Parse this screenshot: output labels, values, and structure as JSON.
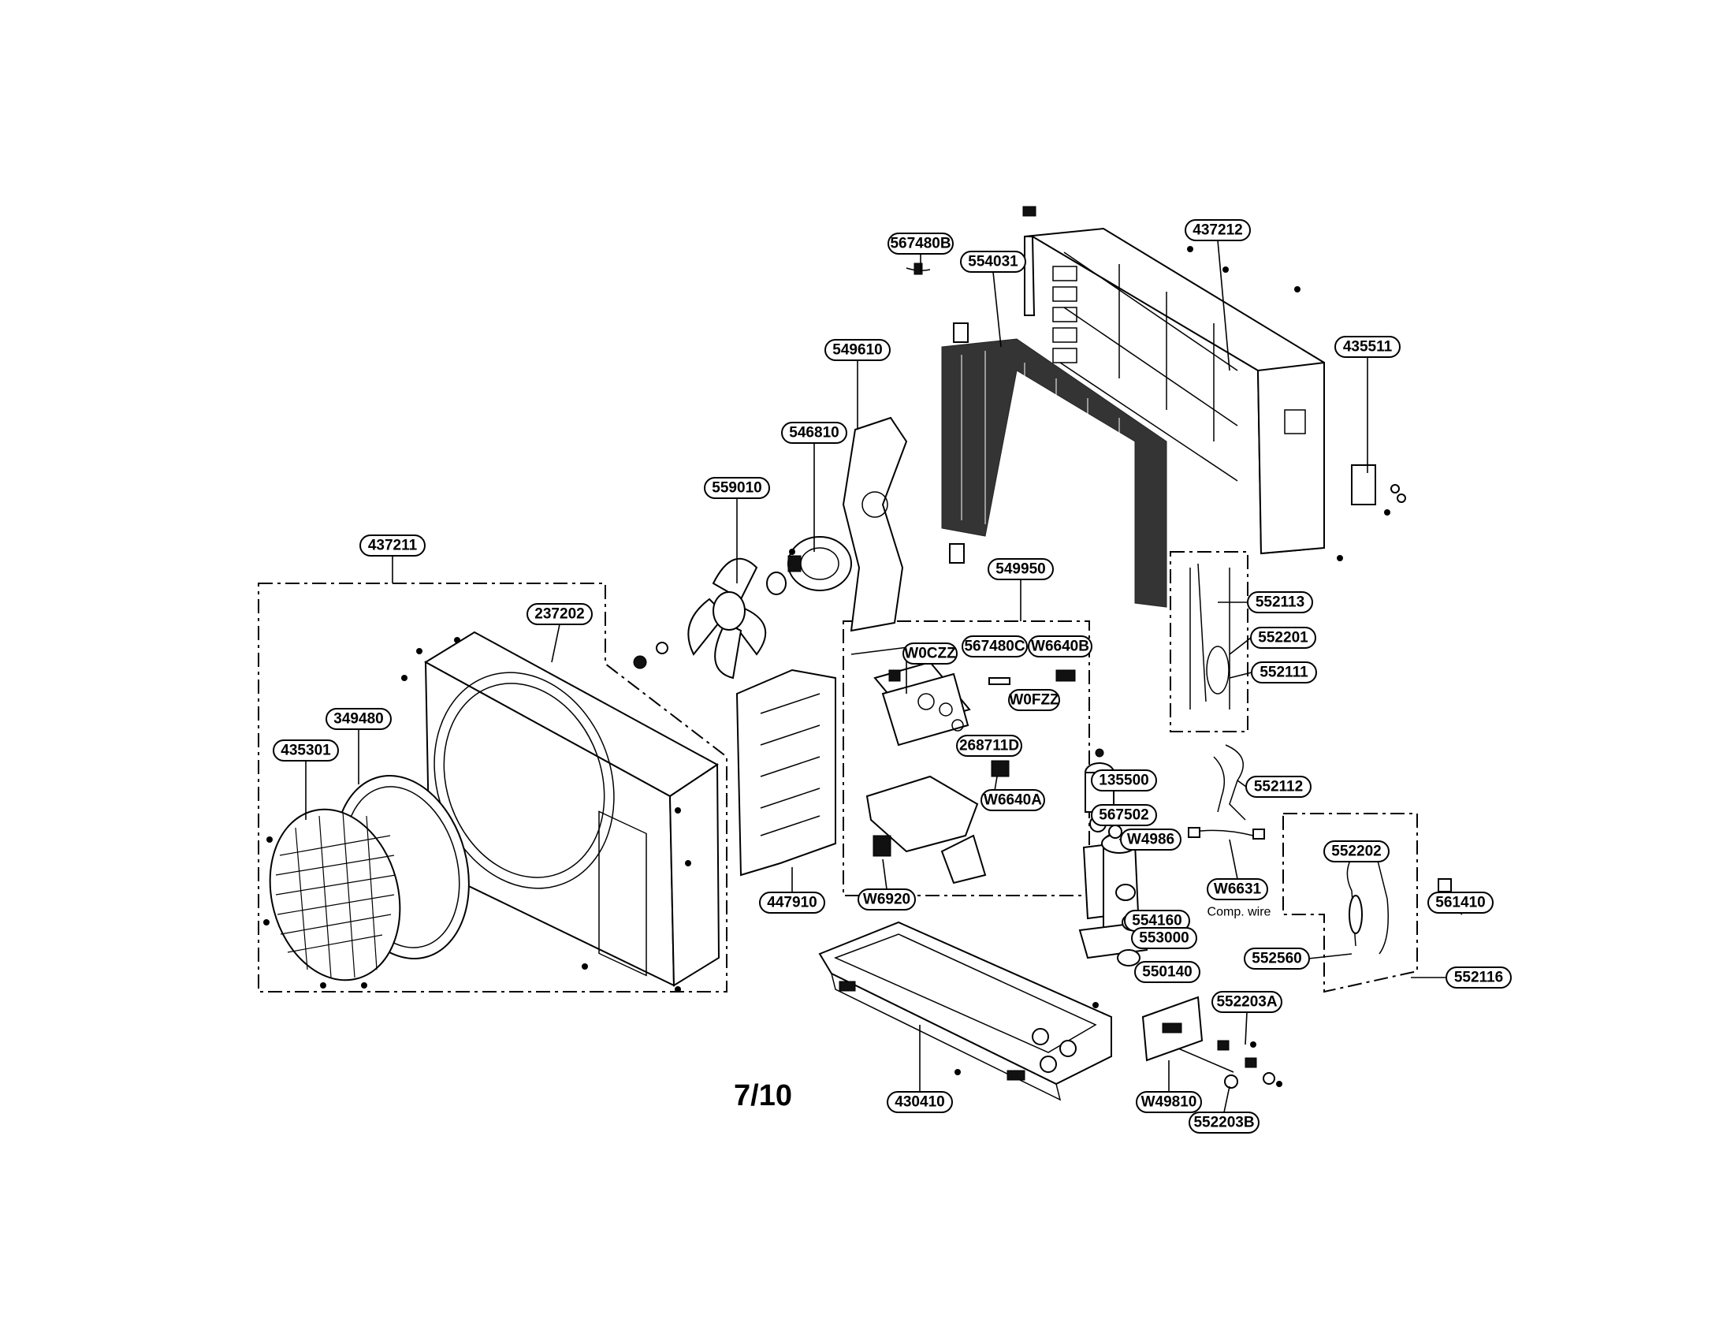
{
  "page_number": "7/10",
  "part_labels": {
    "p567480B": "567480B",
    "p554031": "554031",
    "p437212": "437212",
    "p549610": "549610",
    "p435511": "435511",
    "p546810": "546810",
    "p559010": "559010",
    "p437211": "437211",
    "p549950": "549950",
    "p237202": "237202",
    "p552113": "552113",
    "p552201": "552201",
    "p552111": "552111",
    "pW0CZZ": "W0CZZ",
    "p567480C": "567480C",
    "pW6640B": "W6640B",
    "pW0FZZ": "W0FZZ",
    "p349480": "349480",
    "p435301": "435301",
    "p268711D": "268711D",
    "p135500": "135500",
    "p552112": "552112",
    "pW6640A": "W6640A",
    "p567502": "567502",
    "pW4986": "W4986",
    "p552202": "552202",
    "p447910": "447910",
    "pW6920": "W6920",
    "p554160": "554160",
    "pW6631": "W6631",
    "p561410": "561410",
    "p553000": "553000",
    "p552560": "552560",
    "p550140": "550140",
    "p552116": "552116",
    "p552203A": "552203A",
    "p430410": "430410",
    "pW49810": "W49810",
    "p552203B": "552203B"
  },
  "annotations": {
    "comp_wire": "Comp. wire"
  }
}
